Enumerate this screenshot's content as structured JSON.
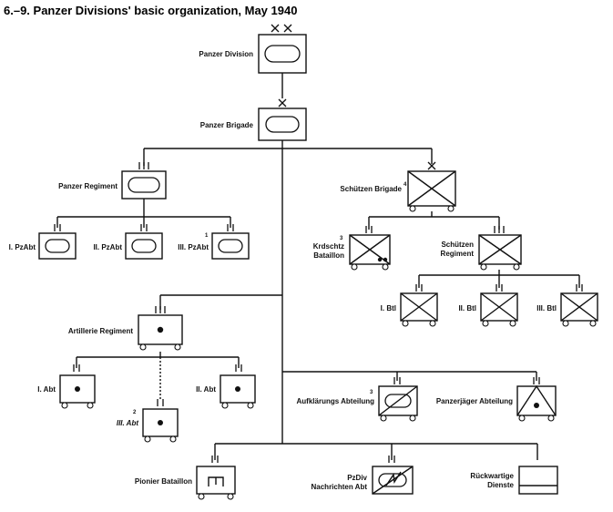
{
  "title": "6.–9. Panzer Divisions' basic organization, May 1940",
  "units": {
    "panzer_division": "Panzer Division",
    "panzer_brigade": "Panzer Brigade",
    "panzer_regiment": "Panzer Regiment",
    "abt_1": "I. PzAbt",
    "abt_2": "II. PzAbt",
    "abt_3": "III. PzAbt",
    "abt_3_note": "1",
    "schuetzen_brigade": "Schützen Brigade",
    "schuetzen_brigade_note": "4",
    "krad_line1": "Krdschtz",
    "krad_line2": "Bataillon",
    "krad_note": "3",
    "schuetzen_reg_line1": "Schützen",
    "schuetzen_reg_line2": "Regiment",
    "btl_1": "I. Btl",
    "btl_2": "II. Btl",
    "btl_3": "III. Btl",
    "artillerie_regiment": "Artillerie Regiment",
    "art_abt_1": "I. Abt",
    "art_abt_2": "II. Abt",
    "art_abt_3": "III. Abt",
    "art_abt_3_note": "2",
    "aufklaerung": "Aufklärungs Abteilung",
    "aufklaerung_note": "3",
    "panzerjaeger": "Panzerjäger Abteilung",
    "pionier": "Pionier Bataillon",
    "nachrichten_line1": "PzDiv",
    "nachrichten_line2": "Nachrichten Abt",
    "rueckwaertige_line1": "Rückwartige",
    "rueckwaertige_line2": "Dienste"
  }
}
